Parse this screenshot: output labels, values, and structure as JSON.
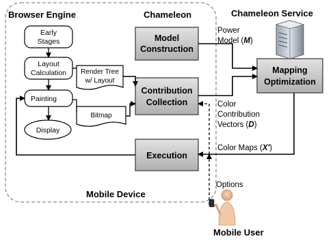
{
  "labels": {
    "browser_engine": "Browser Engine",
    "chameleon": "Chameleon",
    "chameleon_service": "Chameleon Service",
    "mobile_device": "Mobile Device",
    "mobile_user": "Mobile User",
    "options": "Options"
  },
  "browser_nodes": {
    "early_stages": [
      "Early",
      "Stages"
    ],
    "layout_calculation": [
      "Layout",
      "Calculation"
    ],
    "painting": "Painting",
    "display": "Display",
    "render_tree": [
      "Render Tree",
      "w/ Layout"
    ],
    "bitmap": "Bitmap"
  },
  "modules": {
    "model_construction": [
      "Model",
      "Construction"
    ],
    "contribution_collection": [
      "Contribution",
      "Collection"
    ],
    "execution": "Execution",
    "mapping_optimization": [
      "Mapping",
      "Optimization"
    ]
  },
  "edge_labels": {
    "power_model": [
      "Power",
      "Model (",
      "M",
      ")"
    ],
    "color_contribution": [
      "Color",
      "Contribution",
      "Vectors (",
      "D",
      ")"
    ],
    "color_maps": [
      "Color Maps (",
      "X'",
      ")"
    ]
  },
  "colors": {
    "module_fill": "#c9c9c9",
    "module_dark": "#9e9e9e",
    "line": "#000000",
    "container_border": "#8a8a8a"
  }
}
